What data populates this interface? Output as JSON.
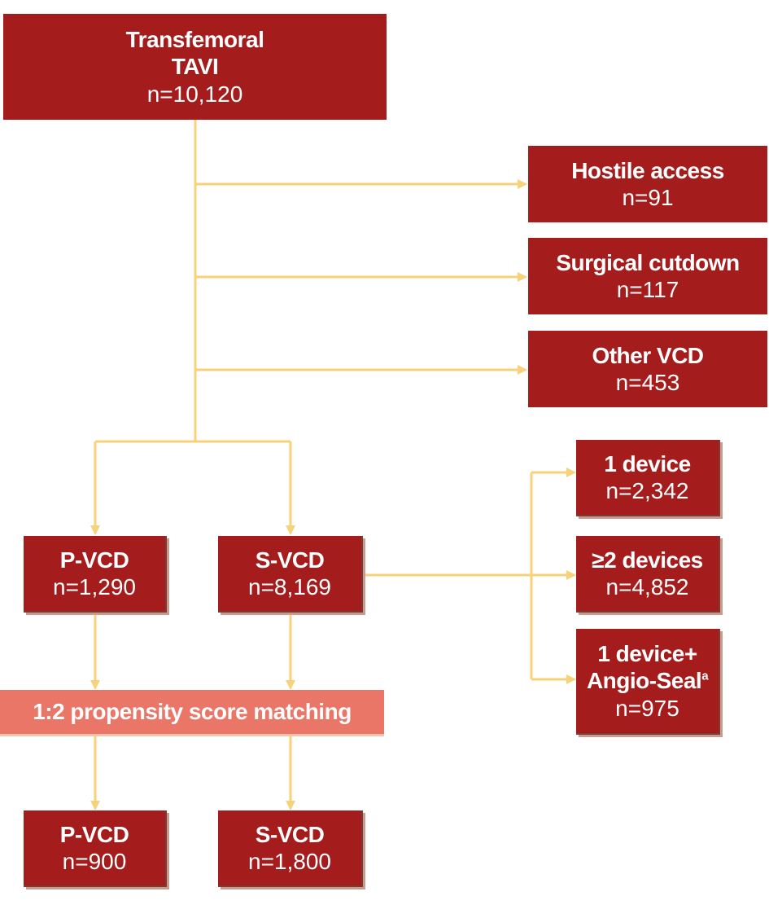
{
  "top": {
    "line1": "Transfemoral",
    "line2": "TAVI",
    "count": "n=10,120"
  },
  "exclusions": [
    {
      "title": "Hostile access",
      "count": "n=91"
    },
    {
      "title": "Surgical cutdown",
      "count": "n=117"
    },
    {
      "title": "Other VCD",
      "count": "n=453"
    }
  ],
  "pvcd": {
    "title": "P-VCD",
    "count": "n=1,290"
  },
  "svcd": {
    "title": "S-VCD",
    "count": "n=8,169"
  },
  "devices": [
    {
      "title": "1 device",
      "count": "n=2,342"
    },
    {
      "title": "≥2 devices",
      "count": "n=4,852"
    }
  ],
  "angio": {
    "line1": "1 device+",
    "line2": "Angio-Seal",
    "sup": "a",
    "count": "n=975"
  },
  "matching": {
    "label": "1:2 propensity score matching"
  },
  "matched_pvcd": {
    "title": "P-VCD",
    "count": "n=900"
  },
  "matched_svcd": {
    "title": "S-VCD",
    "count": "n=1,800"
  },
  "colors": {
    "box": "#a51c1c",
    "connector": "#f7d27a",
    "matching_box": "#ea7668"
  }
}
